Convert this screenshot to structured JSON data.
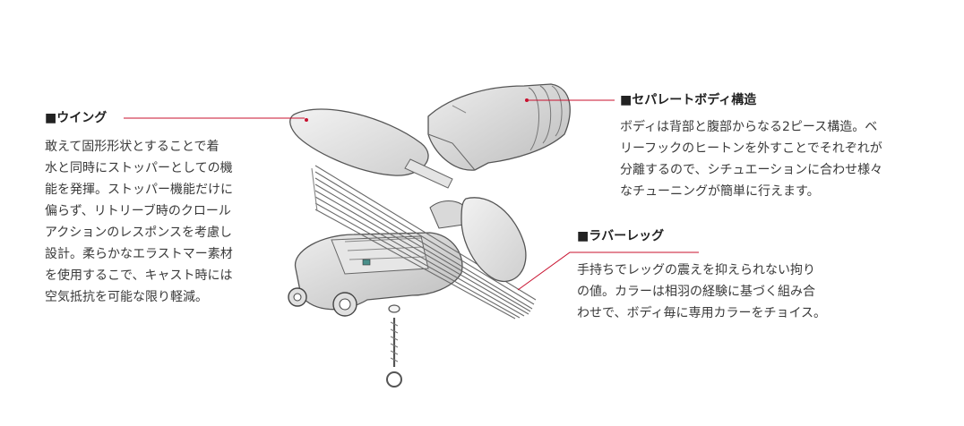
{
  "accent_color": "#c8102e",
  "sections": {
    "wing": {
      "title": "■ウイング",
      "lines": [
        "敢えて固形形状とすることで着",
        "水と同時にストッパーとしての機",
        "能を発揮。ストッパー機能だけに",
        "偏らず、リトリーブ時のクロール",
        "アクションのレスポンスを考慮し",
        "設計。柔らかなエラストマー素材",
        "を使用するこで、キャスト時には",
        "空気抵抗を可能な限り軽減。"
      ]
    },
    "body": {
      "title": "■セパレートボディ構造",
      "lines": [
        "ボディは背部と腹部からなる2ピース構造。ベ",
        "リーフックのヒートンを外すことでそれぞれが",
        "分離するので、シチュエーションに合わせ様々",
        "なチューニングが簡単に行えます。"
      ]
    },
    "rubber": {
      "title": "■ラバーレッグ",
      "lines": [
        "手持ちでレッグの震えを抑えられない拘り",
        "の値。カラーは相羽の経験に基づく組み合",
        "わせで、ボディ毎に専用カラーをチョイス。"
      ]
    }
  }
}
